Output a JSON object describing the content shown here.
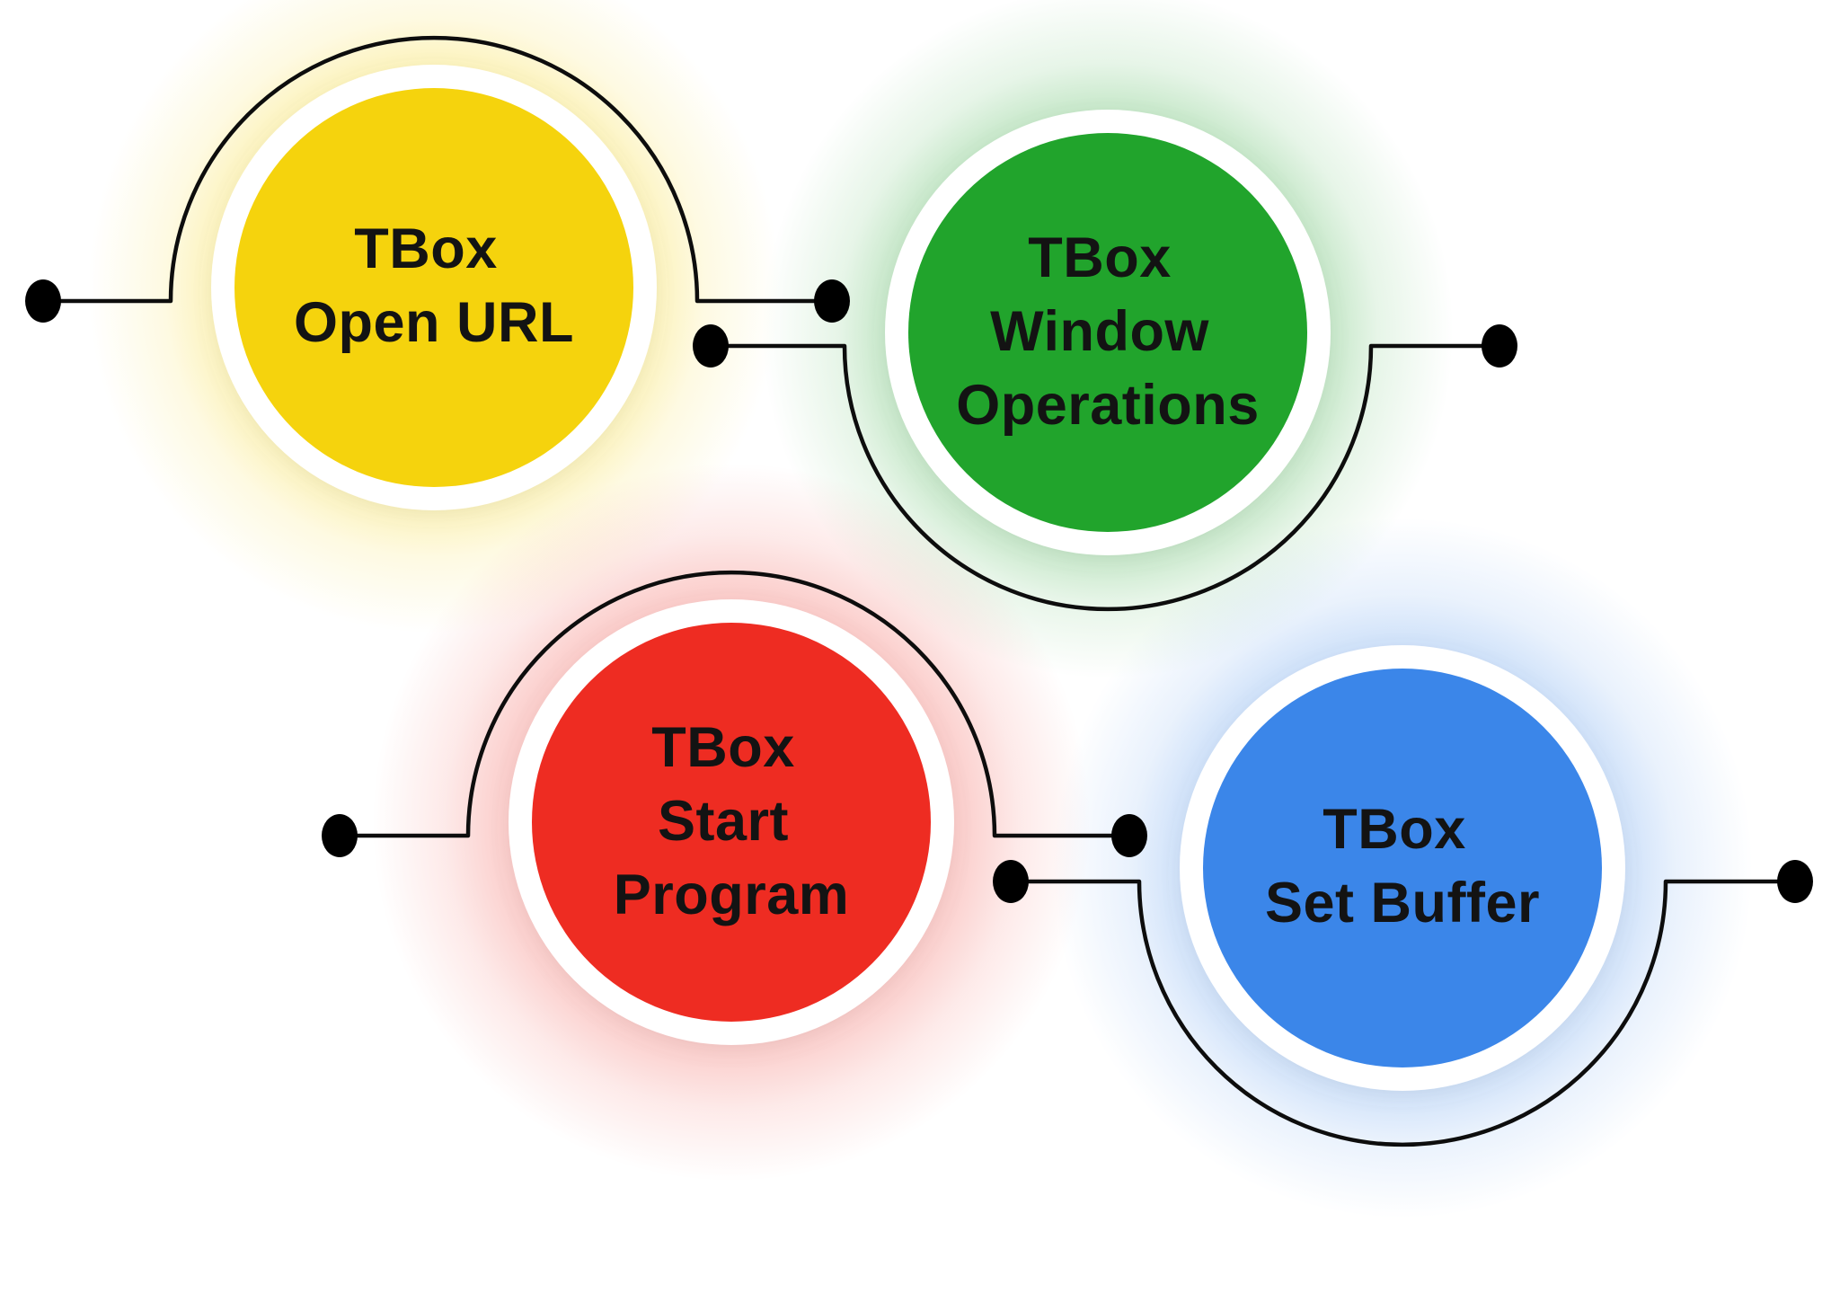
{
  "diagram": {
    "background": "#ffffff",
    "line_color": "#0d0d0d",
    "dot_color": "#000000",
    "text_color": "#131313",
    "ring_color": "#ffffff",
    "nodes": [
      {
        "id": "tbox-open-url",
        "lines": [
          "TBox",
          "Open URL"
        ],
        "color": "#F5D30D"
      },
      {
        "id": "tbox-window-operations",
        "lines": [
          "TBox",
          "Window",
          "Operations"
        ],
        "color": "#21A42C"
      },
      {
        "id": "tbox-start-program",
        "lines": [
          "TBox",
          "Start",
          "Program"
        ],
        "color": "#EE2C22"
      },
      {
        "id": "tbox-set-buffer",
        "lines": [
          "TBox",
          "Set Buffer"
        ],
        "color": "#3B86E9"
      }
    ]
  }
}
